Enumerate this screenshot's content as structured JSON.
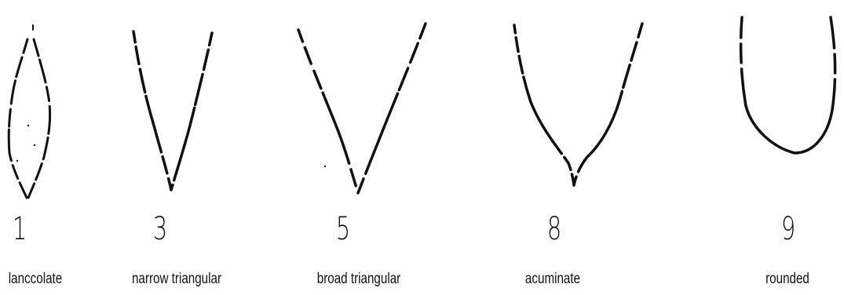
{
  "colors": {
    "background": "#ffffff",
    "ink": "#111111"
  },
  "shapes": [
    {
      "id": "lanceolate",
      "score": "1",
      "label": "lanccolate"
    },
    {
      "id": "narrow-triangular",
      "score": "3",
      "label": "narrow triangular"
    },
    {
      "id": "broad-triangular",
      "score": "5",
      "label": "broad triangular"
    },
    {
      "id": "acuminate",
      "score": "8",
      "label": "acuminate"
    },
    {
      "id": "rounded",
      "score": "9",
      "label": "rounded"
    }
  ]
}
